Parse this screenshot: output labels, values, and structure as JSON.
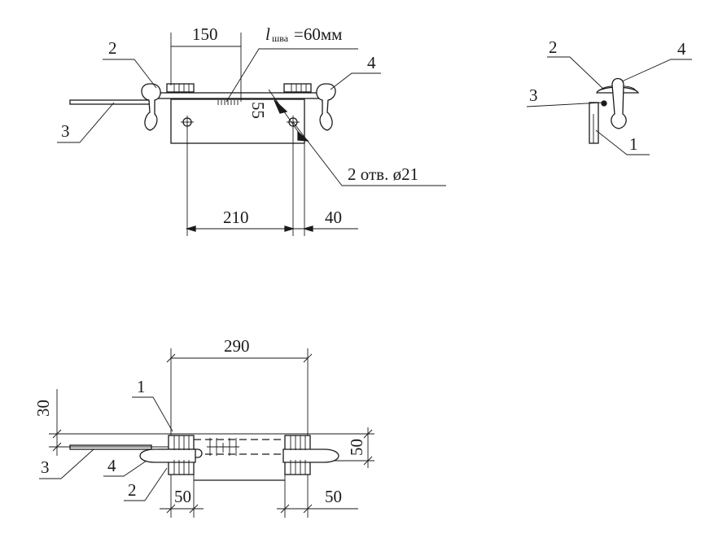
{
  "top_view": {
    "dim_150": "150",
    "weld_l": "l",
    "weld_sub": "шва",
    "weld_value": "=60мм",
    "dim_55": "55",
    "holes_note": "2 отв. ø21",
    "dim_210": "210",
    "dim_40": "40",
    "callout_2": "2",
    "callout_3": "3",
    "callout_4": "4"
  },
  "side_view": {
    "callout_1": "1",
    "callout_2": "2",
    "callout_3": "3",
    "callout_4": "4"
  },
  "bottom_view": {
    "dim_290": "290",
    "dim_30": "30",
    "dim_50_right": "50",
    "dim_50_bottom_left": "50",
    "dim_50_bottom_right": "50",
    "callout_1": "1",
    "callout_2": "2",
    "callout_3": "3",
    "callout_4": "4"
  }
}
